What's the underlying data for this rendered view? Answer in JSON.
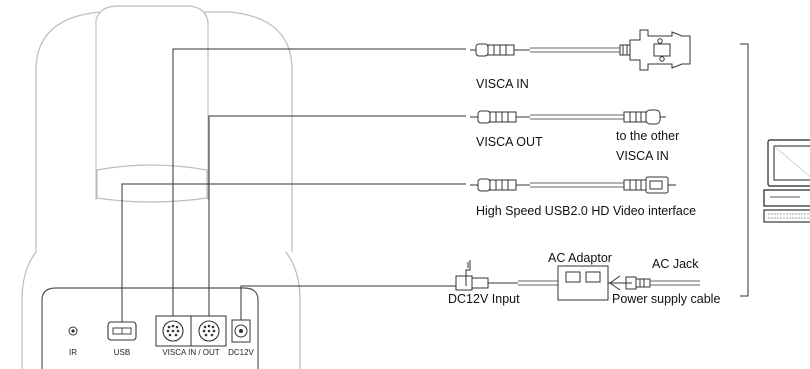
{
  "camera_ports": {
    "ir": "IR",
    "usb": "USB",
    "visca": "VISCA IN / OUT",
    "dc": "DC12V"
  },
  "cables": {
    "visca_in": "VISCA IN",
    "visca_out": "VISCA OUT",
    "visca_out_note_line1": "to the other",
    "visca_out_note_line2": "VISCA IN",
    "usb_label": "High Speed USB2.0 HD  Video interface",
    "ac_adaptor": "AC Adaptor",
    "ac_jack": "AC Jack",
    "dc_input": "DC12V Input",
    "power_cable": "Power supply cable"
  }
}
